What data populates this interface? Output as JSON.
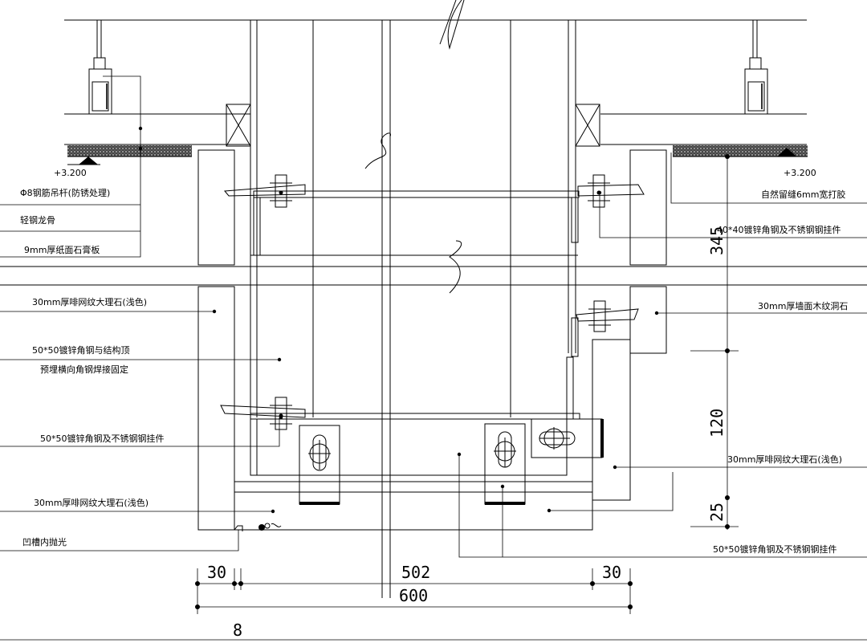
{
  "labels": {
    "level_left": "+3.200",
    "level_right": "+3.200",
    "left_1": "Φ8钢筋吊杆(防锈处理)",
    "left_2": "轻钢龙骨",
    "left_3": "9mm厚纸面石膏板",
    "left_4": "30mm厚啡网纹大理石(浅色)",
    "left_5a": "50*50镀锌角钢与结构顶",
    "left_5b": "预埋横向角钢焊接固定",
    "left_6": "50*50镀锌角钢及不锈钢钢挂件",
    "left_7": "30mm厚啡网纹大理石(浅色)",
    "left_8": "凹槽内抛光",
    "right_1": "自然留缝6mm宽打胶",
    "right_2": "40*40镀锌角钢及不锈钢钢挂件",
    "right_3": "30mm厚墙面木纹洞石",
    "right_4": "30mm厚啡网纹大理石(浅色)",
    "right_5": "50*50镀锌角钢及不锈钢钢挂件"
  },
  "dimensions": {
    "d_30_left": "30",
    "d_502": "502",
    "d_30_right": "30",
    "d_600": "600",
    "d_8": "8",
    "d_345": "345",
    "d_120": "120",
    "d_25": "25"
  }
}
